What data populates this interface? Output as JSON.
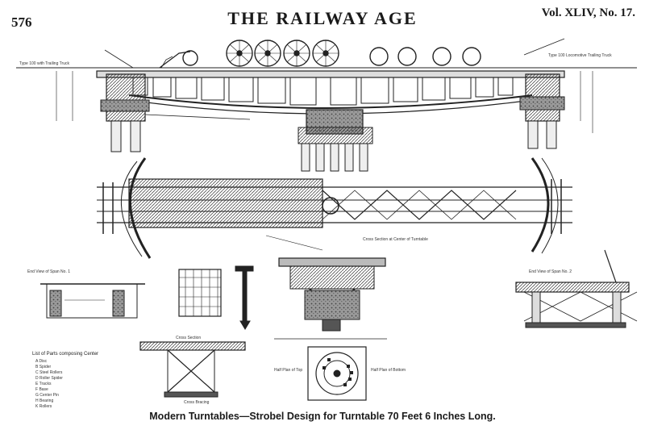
{
  "header": {
    "page_number": "576",
    "journal_title": "THE RAILWAY AGE",
    "volume": "Vol. XLIV, No. 17."
  },
  "figure": {
    "caption": "Modern Turntables—Strobel Design for Turntable 70 Feet 6 Inches Long.",
    "labels": {
      "elevation_left": "Type 100 with Trailing Truck",
      "elevation_right": "Type 100 Locomotive Trailing Truck",
      "cross_section_center": "Cross Section at Center of Turntable",
      "end_view_left": "End View of Span No. 1",
      "end_view_right": "End View of Span No. 2",
      "cross_section": "Cross Section",
      "cross_bracing": "Cross Bracing",
      "half_plan_left": "Half Plan of Top",
      "half_plan_right": "Half Plan of Bottom",
      "parts_list_title": "List of Parts composing Center",
      "parts_list": [
        "A  Disc",
        "B  Spider",
        "C  Steel Rollers",
        "D  Roller Spider",
        "E  Tracks",
        "F  Base",
        "G  Center Pin",
        "H  Bearing",
        "K  Rollers"
      ]
    }
  }
}
